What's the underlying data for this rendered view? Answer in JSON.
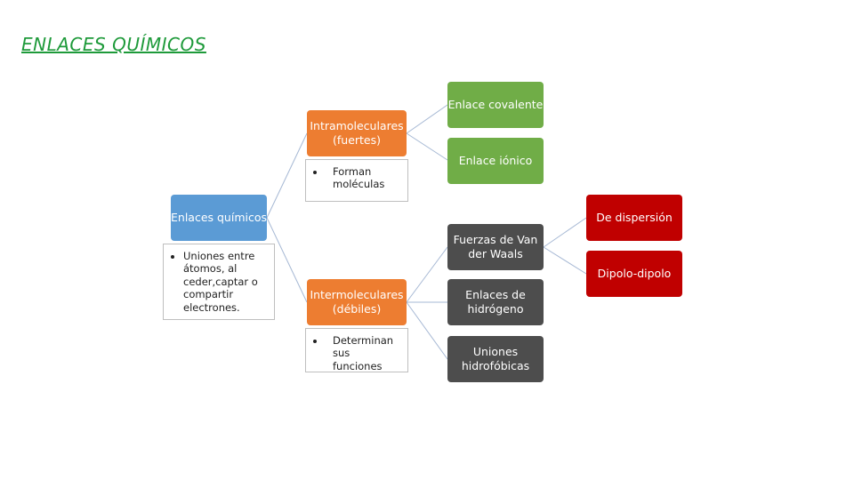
{
  "title": "ENLACES QUÍMICOS",
  "root": {
    "label": "Enlaces químicos",
    "bullet": "Uniones entre átomos, al ceder,captar o compartir electrones."
  },
  "intra": {
    "label": "Intramoleculares (fuertes)",
    "bullet": "Forman moléculas"
  },
  "inter": {
    "label": "Intermoleculares (débiles)",
    "bullet": "Determinan sus funciones"
  },
  "intra_children": [
    "Enlace covalente",
    "Enlace iónico"
  ],
  "inter_children": [
    "Fuerzas de Van der Waals",
    "Enlaces de hidrógeno",
    "Uniones hidrofóbicas"
  ],
  "vdw_children": [
    "De dispersión",
    "Dipolo-dipolo"
  ],
  "colors": {
    "title": "#1e9a3a",
    "root": "#5b9bd5",
    "level1": "#ed7d31",
    "intra_child": "#70ad47",
    "inter_child": "#4d4d4d",
    "vdw_child": "#c00000"
  }
}
